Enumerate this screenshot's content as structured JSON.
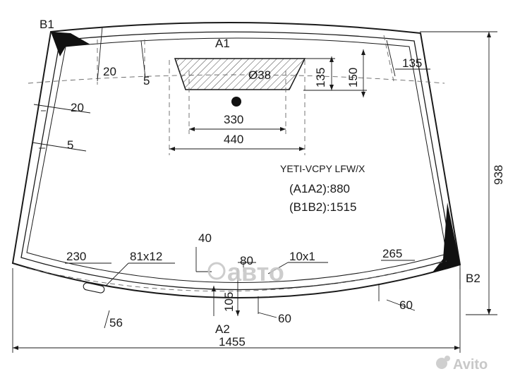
{
  "corner_labels": {
    "b1": "B1",
    "a1": "A1",
    "a2": "A2",
    "b2": "B2"
  },
  "dimensions": {
    "top_left_20": "20",
    "top_left_5": "5",
    "side_20": "20",
    "side_5": "5",
    "sensor_diameter": "Ø38",
    "sensor_h_135": "135",
    "sensor_h_150": "150",
    "right_135": "135",
    "width_330": "330",
    "width_440": "440",
    "height_total": "938",
    "bottom_40": "40",
    "bottom_230": "230",
    "bottom_81x12": "81x12",
    "bottom_80": "80",
    "bottom_10x1": "10x1",
    "bottom_265": "265",
    "bottom_105": "105",
    "bottom_60_center": "60",
    "bottom_60_right": "60",
    "bottom_56": "56",
    "width_total": "1455"
  },
  "info": {
    "model": "YETI-VCPY  LFW/X",
    "a1a2": "(A1A2):880",
    "b1b2": "(B1B2):1515"
  },
  "watermarks": {
    "center": "авто",
    "corner": "Avito"
  },
  "colors": {
    "line": "#1a1a1a",
    "dash": "#666666",
    "shade": "#111111",
    "watermark": "#c8c8c8"
  }
}
